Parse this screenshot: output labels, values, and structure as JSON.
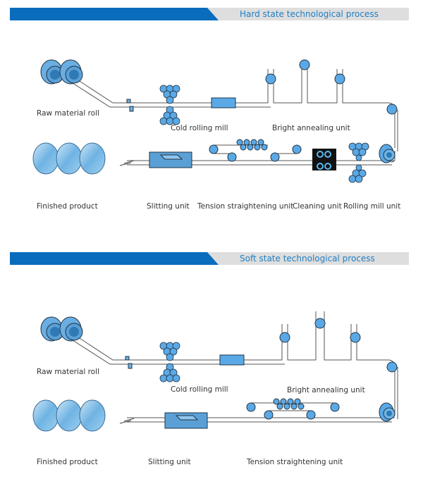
{
  "sections": [
    {
      "title": "Hard state technological process",
      "labels": {
        "raw_material_roll": "Raw material roll",
        "cold_rolling_mill": "Cold rolling mill",
        "bright_annealing_unit": "Bright annealing unit",
        "finished_product": "Finished product",
        "slitting_unit": "Slitting unit",
        "tension_straightening_unit": "Tension straightening unit",
        "cleaning_unit": "Cleaning unit",
        "rolling_mill_unit": "Rolling mill unit"
      }
    },
    {
      "title": "Soft state technological process",
      "labels": {
        "raw_material_roll": "Raw material roll",
        "cold_rolling_mill": "Cold rolling mill",
        "bright_annealing_unit": "Bright annealing unit",
        "finished_product": "Finished product",
        "slitting_unit": "Slitting unit",
        "tension_straightening_unit": "Tension straightening unit"
      }
    }
  ],
  "colors": {
    "banner_blue": "#0a6cbd",
    "banner_grey": "#dedede",
    "title_text": "#1f7fc4",
    "equipment_blue": "#5aa9e6",
    "equipment_dark": "#2f79b5"
  }
}
